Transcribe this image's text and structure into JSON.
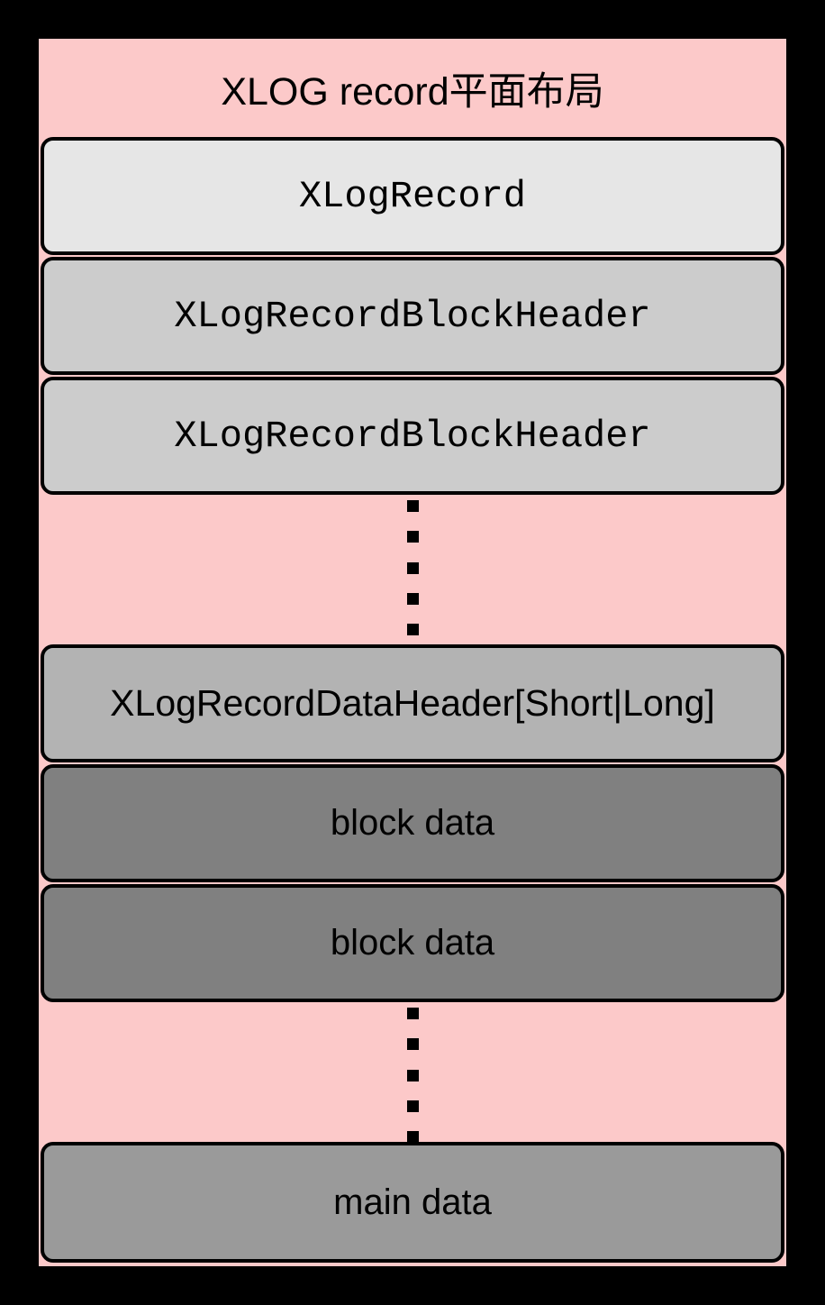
{
  "diagram": {
    "title": "XLOG record平面布局",
    "panel_color": "#fcc9c9",
    "border_color": "#000000",
    "background_color": "#000000",
    "sections": [
      {
        "id": "xlogrecord",
        "label": "XLogRecord",
        "fill": "#e6e6e6",
        "font": "mono"
      },
      {
        "id": "blockheader-1",
        "label": "XLogRecordBlockHeader",
        "fill": "#cccccc",
        "font": "mono"
      },
      {
        "id": "blockheader-2",
        "label": "XLogRecordBlockHeader",
        "fill": "#cccccc",
        "font": "mono"
      },
      {
        "id": "ellipsis-blocks",
        "label": "",
        "fill": "#fcc9c9",
        "font": "none",
        "dots": 5
      },
      {
        "id": "dataheader",
        "label": "XLogRecordDataHeader[Short|Long]",
        "fill": "#b3b3b3",
        "font": "sans"
      },
      {
        "id": "blockdata-1",
        "label": "block data",
        "fill": "#808080",
        "font": "sans"
      },
      {
        "id": "blockdata-2",
        "label": "block data",
        "fill": "#808080",
        "font": "sans"
      },
      {
        "id": "ellipsis-data",
        "label": "",
        "fill": "#fcc9c9",
        "font": "none",
        "dots": 5
      },
      {
        "id": "maindata",
        "label": "main data",
        "fill": "#9a9a9a",
        "font": "sans"
      }
    ]
  }
}
